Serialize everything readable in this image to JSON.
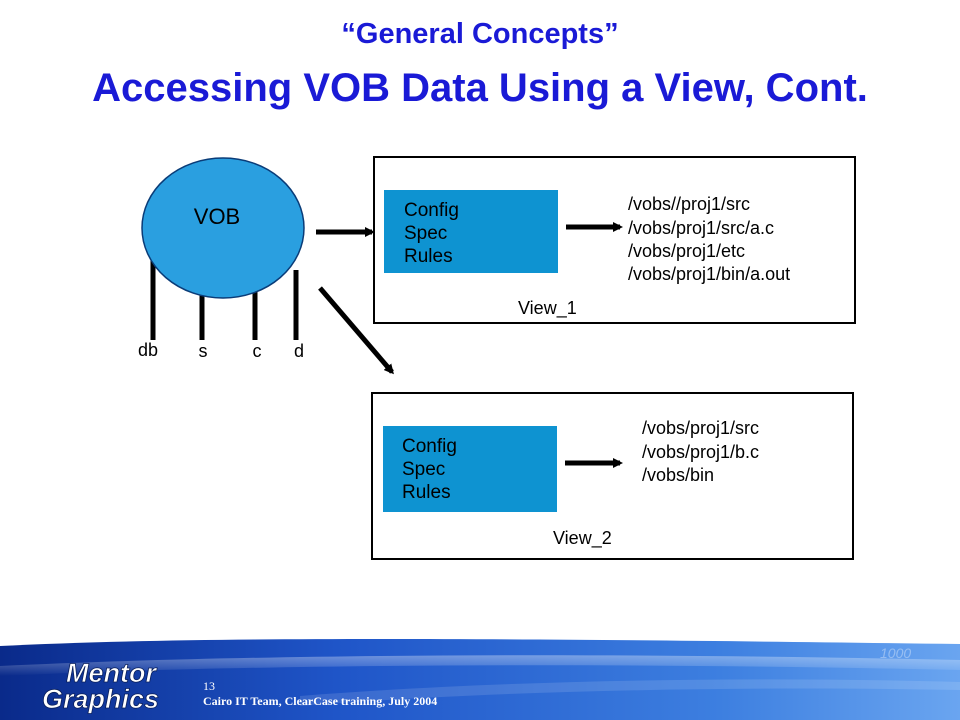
{
  "slide": {
    "title_line1": "“General Concepts”",
    "title_line2": "Accessing VOB Data Using a View, Cont."
  },
  "diagram": {
    "vob_label": "VOB",
    "vob_legs": [
      "db",
      "s",
      "c",
      "d"
    ],
    "views": [
      {
        "name": "View_1",
        "config_lines": [
          "Config",
          "Spec",
          "Rules"
        ],
        "paths": [
          "/vobs//proj1/src",
          "/vobs/proj1/src/a.c",
          "/vobs/proj1/etc",
          "/vobs/proj1/bin/a.out"
        ]
      },
      {
        "name": "View_2",
        "config_lines": [
          "Config",
          "Spec",
          "Rules"
        ],
        "paths": [
          "/vobs/proj1/src",
          "/vobs/proj1/b.c",
          "/vobs/bin"
        ]
      }
    ]
  },
  "footer": {
    "slide_number": "13",
    "text": "Cairo IT Team, ClearCase training, July 2004",
    "logo_line1": "Mentor",
    "logo_line2": "Graphics",
    "watermark": "1000"
  },
  "colors": {
    "title": "#1a1ad6",
    "vob_fill": "#2a9fe0",
    "config_fill": "#0e93d1",
    "footer_dark": "#0a2a8a",
    "footer_light": "#3d7fe0"
  }
}
